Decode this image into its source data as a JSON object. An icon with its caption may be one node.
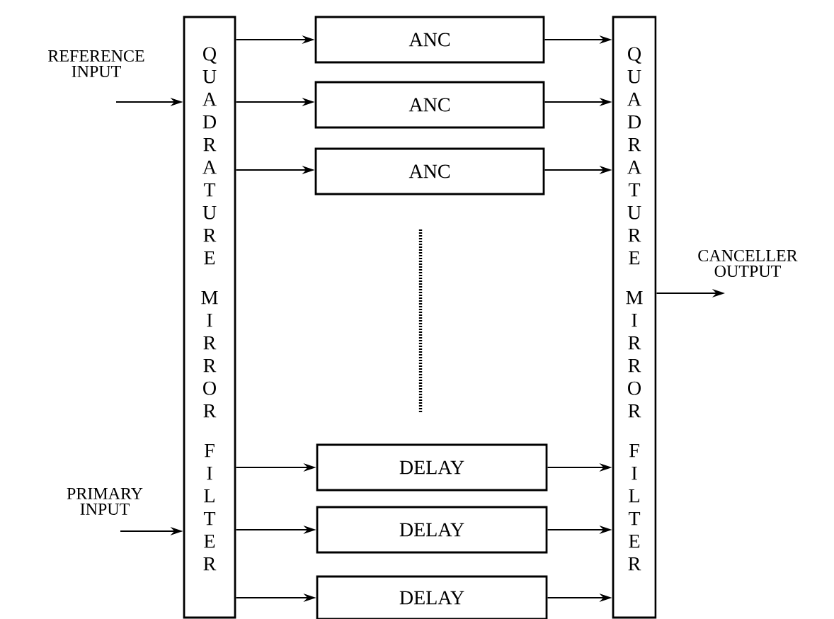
{
  "diagram": {
    "nodes": [
      {
        "text": [
          "QUADRATURE MIRROR FILTER"
        ]
      },
      {
        "text": [
          "ANC"
        ]
      },
      {
        "text": [
          "ANC"
        ]
      },
      {
        "text": [
          "ANC"
        ]
      },
      {
        "text": [
          "DELAY"
        ]
      },
      {
        "text": [
          "DELAY"
        ]
      },
      {
        "text": [
          "DELAY"
        ]
      },
      {
        "text": [
          "QUADRATURE MIRROR FILTER"
        ]
      },
      {
        "text": [
          "REFERENCE INPUT"
        ]
      },
      {
        "text": [
          "PRIMARY INPUT"
        ]
      },
      {
        "text": [
          "CANCELLER OUTPUT"
        ]
      }
    ],
    "edges": [
      {
        "from": 8,
        "to": 0,
        "arrow": "to"
      },
      {
        "from": 9,
        "to": 0,
        "arrow": "to"
      },
      {
        "from": 0,
        "to": 1,
        "arrow": "to"
      },
      {
        "from": 0,
        "to": 2,
        "arrow": "to"
      },
      {
        "from": 0,
        "to": 3,
        "arrow": "to"
      },
      {
        "from": 0,
        "to": 4,
        "arrow": "to"
      },
      {
        "from": 0,
        "to": 5,
        "arrow": "to"
      },
      {
        "from": 0,
        "to": 6,
        "arrow": "to"
      },
      {
        "from": 1,
        "to": 7,
        "arrow": "to"
      },
      {
        "from": 2,
        "to": 7,
        "arrow": "to"
      },
      {
        "from": 3,
        "to": 7,
        "arrow": "to"
      },
      {
        "from": 4,
        "to": 7,
        "arrow": "to"
      },
      {
        "from": 5,
        "to": 7,
        "arrow": "to"
      },
      {
        "from": 6,
        "to": 7,
        "arrow": "to"
      },
      {
        "from": 7,
        "to": 10,
        "arrow": "to"
      }
    ]
  }
}
